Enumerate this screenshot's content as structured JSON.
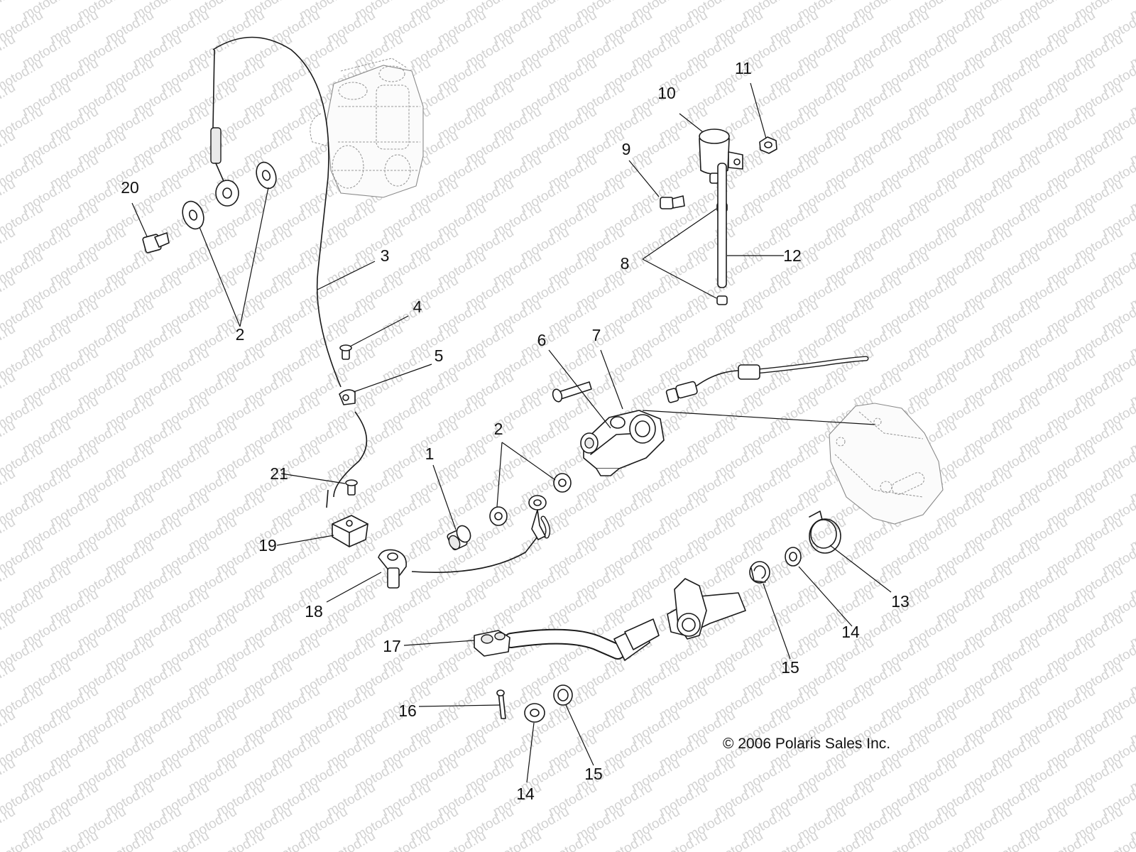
{
  "watermark": {
    "text": "motod.ru"
  },
  "copyright": "© 2006 Polaris Sales Inc.",
  "callouts": {
    "c1": "1",
    "c2a": "2",
    "c2b": "2",
    "c3": "3",
    "c4": "4",
    "c5": "5",
    "c6": "6",
    "c7": "7",
    "c8": "8",
    "c9": "9",
    "c10": "10",
    "c11": "11",
    "c12": "12",
    "c13": "13",
    "c14a": "14",
    "c14b": "14",
    "c15a": "15",
    "c15b": "15",
    "c16": "16",
    "c17": "17",
    "c18": "18",
    "c19": "19",
    "c20": "20",
    "c21": "21"
  }
}
